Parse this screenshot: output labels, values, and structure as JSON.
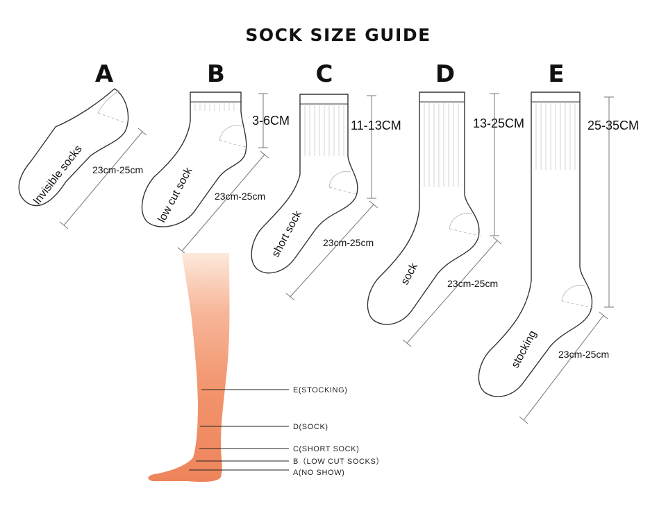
{
  "title": "SOCK SIZE GUIDE",
  "socks": [
    {
      "letter": "A",
      "name": "Invisible socks",
      "foot_length": "23cm-25cm",
      "height": ""
    },
    {
      "letter": "B",
      "name": "low cut sock",
      "foot_length": "23cm-25cm",
      "height": "3-6CM"
    },
    {
      "letter": "C",
      "name": "short sock",
      "foot_length": "23cm-25cm",
      "height": "11-13CM"
    },
    {
      "letter": "D",
      "name": "sock",
      "foot_length": "23cm-25cm",
      "height": "13-25CM"
    },
    {
      "letter": "E",
      "name": "stocking",
      "foot_length": "23cm-25cm",
      "height": "25-35CM"
    }
  ],
  "leg_labels": [
    "E(STOCKING)",
    "D(SOCK)",
    "C(SHORT SOCK)",
    "B（LOW CUT SOCKS）",
    "A(NO SHOW)"
  ],
  "colors": {
    "leg_top": "#fde6d6",
    "leg_mid": "#f4a27d",
    "leg_bottom": "#ee845c",
    "sock_stroke": "#333333",
    "rib": "#c9c9c9"
  }
}
